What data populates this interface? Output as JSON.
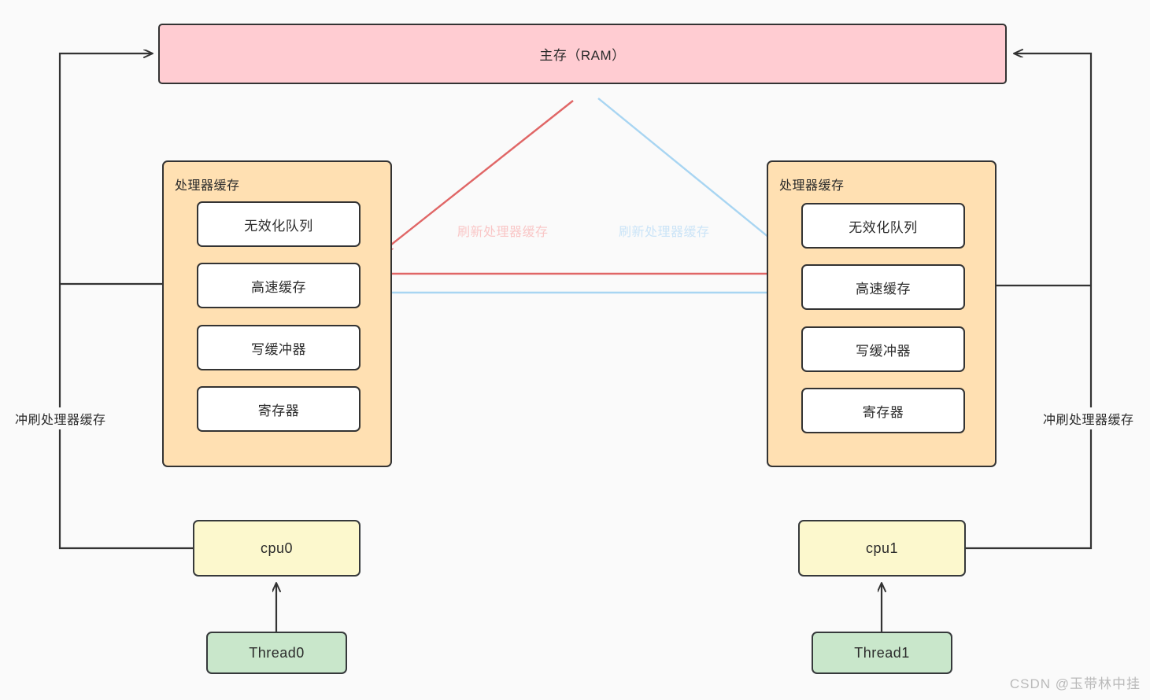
{
  "diagram": {
    "title_node": {
      "label": "主存（RAM）"
    },
    "left_cache": {
      "group_label": "处理器缓存",
      "items": [
        {
          "label": "无效化队列"
        },
        {
          "label": "高速缓存"
        },
        {
          "label": "写缓冲器"
        },
        {
          "label": "寄存器"
        }
      ]
    },
    "right_cache": {
      "group_label": "处理器缓存",
      "items": [
        {
          "label": "无效化队列"
        },
        {
          "label": "高速缓存"
        },
        {
          "label": "写缓冲器"
        },
        {
          "label": "寄存器"
        }
      ]
    },
    "left_cpu": {
      "label": "cpu0"
    },
    "right_cpu": {
      "label": "cpu1"
    },
    "left_thread": {
      "label": "Thread0"
    },
    "right_thread": {
      "label": "Thread1"
    },
    "edge_labels": {
      "left_flush_down": "冲刷处理器缓存",
      "right_flush_down": "冲刷处理器缓存",
      "red_refresh": "刷新处理器缓存",
      "blue_refresh": "刷新处理器缓存"
    },
    "watermark": "CSDN @玉带林中挂",
    "colors": {
      "ram_fill": "#ffccd2",
      "cache_fill": "#ffe0b2",
      "inner_fill": "#ffffff",
      "cpu_fill": "#fcf8cd",
      "thread_fill": "#c9e7cb",
      "stroke": "#333333",
      "red_arrow": "#e06666",
      "blue_arrow": "#a8d5f2",
      "red_label": "#f9c7c7",
      "blue_label": "#cbe4f7",
      "watermark": "#b9b9b9",
      "background": "#fafafa"
    }
  }
}
